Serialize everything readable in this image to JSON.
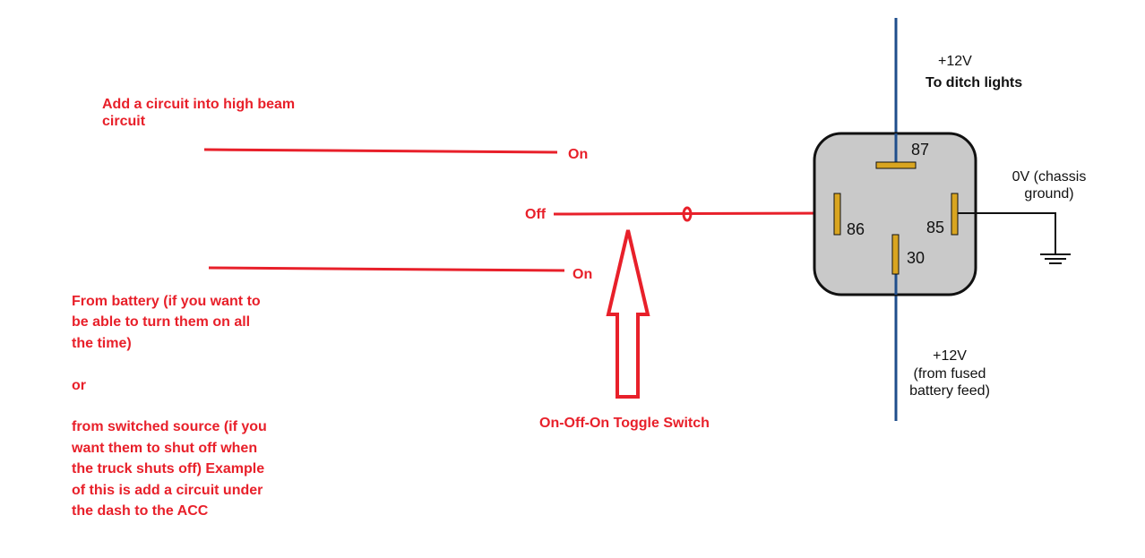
{
  "annotations": {
    "high_beam": [
      "Add a circuit into high beam",
      "circuit"
    ],
    "from_battery": [
      "From battery (if you want to",
      "be able to turn them on all",
      "the time)",
      "",
      "or",
      "",
      "from switched source (if you",
      "want them to shut off when",
      "the truck shuts off) Example",
      "of this is add a circuit under",
      "the dash to the ACC"
    ],
    "toggle_label": "On-Off-On Toggle Switch"
  },
  "switch": {
    "top_label": "On",
    "middle_label": "Off",
    "bottom_label": "On"
  },
  "relay": {
    "pins": {
      "p87": "87",
      "p86": "86",
      "p85": "85",
      "p30": "30"
    },
    "top_voltage": "+12V",
    "top_desc": "To ditch lights",
    "ground_lines": [
      "0V (chassis",
      "ground)"
    ],
    "bottom_lines": [
      "+12V",
      "(from fused",
      "battery feed)"
    ]
  },
  "colors": {
    "wire_red": "#e8202a",
    "wire_blue": "#1f4e8c",
    "wire_black": "#111111",
    "relay_fill": "#c9c9c9",
    "relay_stroke": "#111111",
    "pin_fill": "#d9a520"
  }
}
